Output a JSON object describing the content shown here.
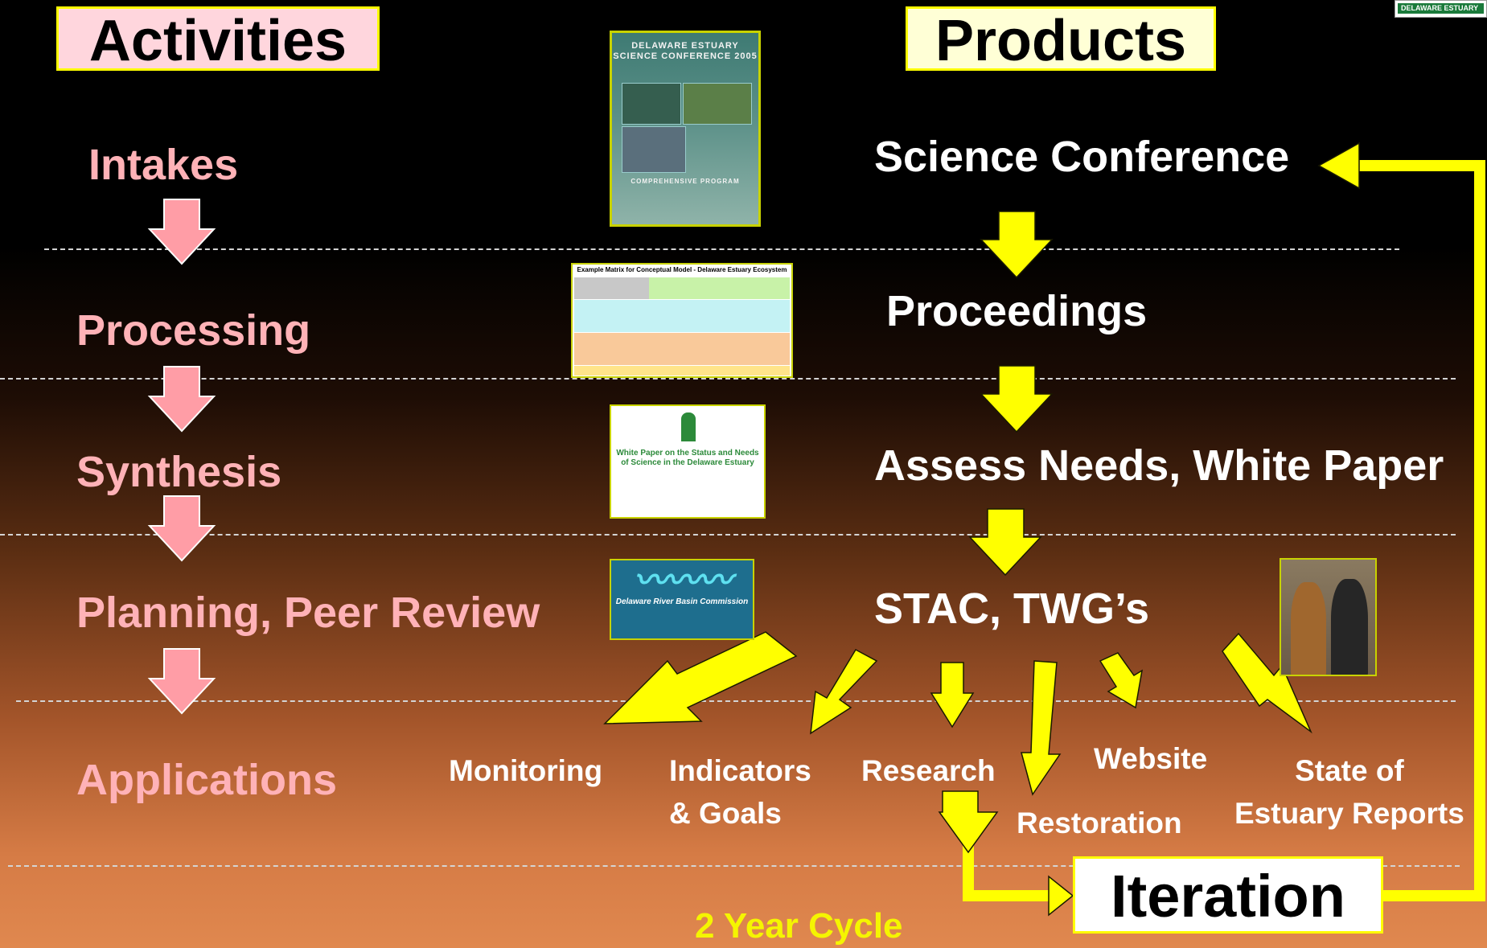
{
  "logo_text": "DELAWARE ESTUARY",
  "headers": {
    "activities": "Activities",
    "products": "Products"
  },
  "activities": [
    "Intakes",
    "Processing",
    "Synthesis",
    "Planning, Peer Review",
    "Applications"
  ],
  "products": [
    "Science Conference",
    "Proceedings",
    "Assess Needs, White Paper",
    "STAC, TWG’s"
  ],
  "applications": {
    "monitoring": "Monitoring",
    "indicators_1": "Indicators",
    "indicators_2": "& Goals",
    "research": "Research",
    "website": "Website",
    "restoration": "Restoration",
    "state_1": "State of",
    "state_2": "Estuary Reports"
  },
  "iteration": "Iteration",
  "cycle": "2 Year Cycle",
  "thumbnails": {
    "brochure": "DELAWARE ESTUARY SCIENCE CONFERENCE 2005",
    "brochure_sub": "COMPREHENSIVE PROGRAM",
    "matrix_title": "Example Matrix for Conceptual Model - Delaware Estuary Ecosystem",
    "whitepaper": "White Paper on the Status and Needs of Science in the Delaware Estuary",
    "drbc_caption": "Delaware River Basin Commission"
  },
  "colors": {
    "activity_text": "#ffb2b7",
    "activity_arrow": "#ff9da6",
    "product_arrow": "#ffff00",
    "header_box": "#ffffd6",
    "header_box_border": "#ffff00",
    "activities_box": "#ffd6dd"
  }
}
